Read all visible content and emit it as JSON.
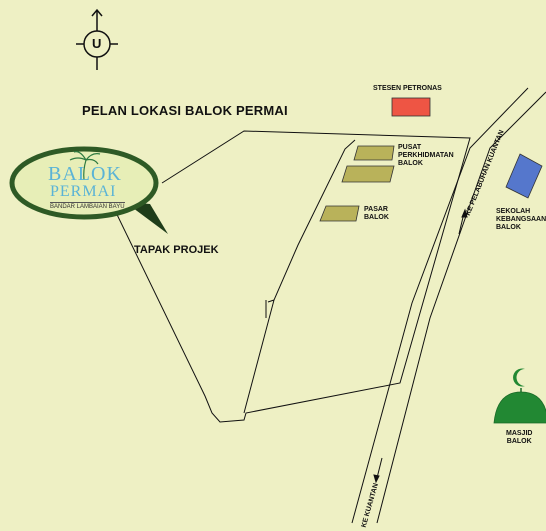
{
  "title": "PELAN LOKASI BALOK PERMAI",
  "compass": {
    "letter": "U",
    "icon": "north-arrow-icon"
  },
  "logo": {
    "line1": "BALOK",
    "line2": "PERMAI",
    "tagline": "BANDAR LAMBAIAN BAYU"
  },
  "site_label": "TAPAK PROJEK",
  "landmarks": {
    "petronas": "STESEN PETRONAS",
    "pusat": [
      "PUSAT",
      "PERKHIDMATAN",
      "BALOK"
    ],
    "pasar": [
      "PASAR",
      "BALOK"
    ],
    "sekolah": [
      "SEKOLAH",
      "KEBANGSAAN",
      "BALOK"
    ],
    "masjid": [
      "MASJID",
      "BALOK"
    ]
  },
  "roads": {
    "to_port": "KE PELABUHAN KUANTAN",
    "to_kuantan": "KE KUANTAN"
  },
  "colors": {
    "background": "#eef0c4",
    "petronas": "#ee5544",
    "school": "#5577cc",
    "building": "#b9b25a",
    "mosque": "#228833",
    "logo_fill": "#e7eeb7",
    "logo_border": "#2e5a25"
  }
}
